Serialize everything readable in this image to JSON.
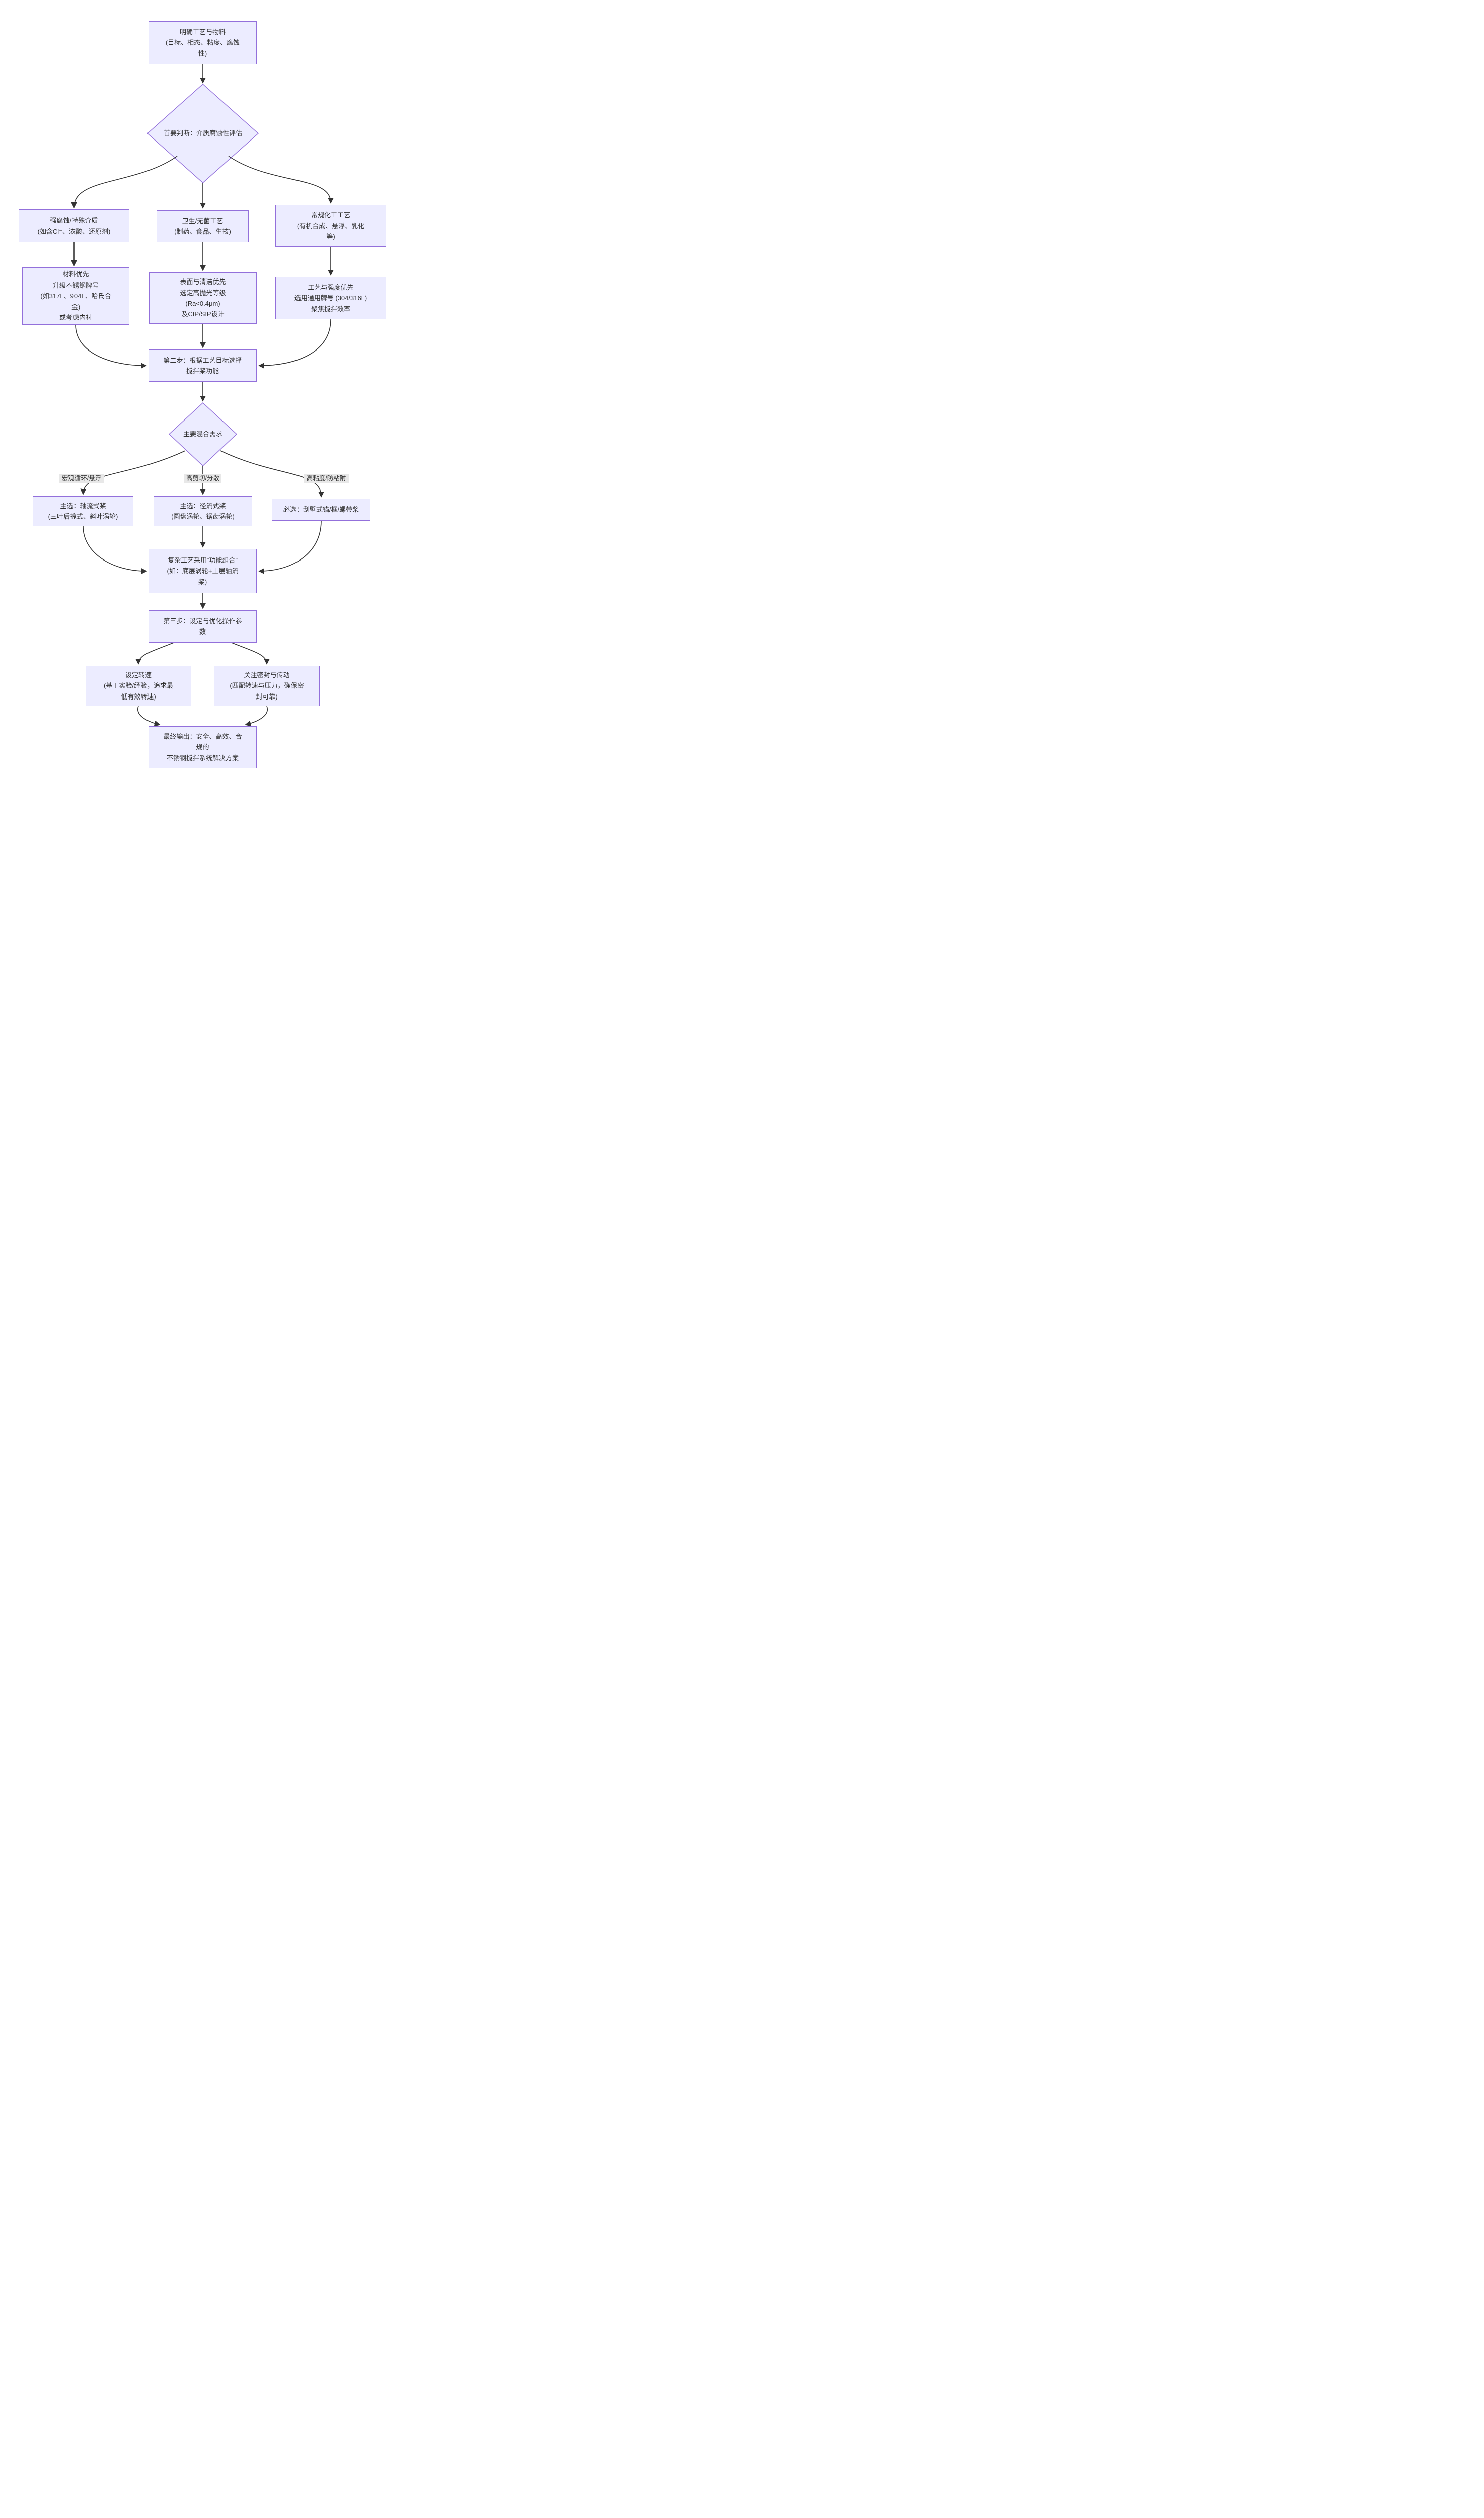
{
  "colors": {
    "node_fill": "#ECECFF",
    "node_border": "#9370DB",
    "edge_line": "#333333",
    "edge_label_bg": "#e8e8e8",
    "text": "#333333",
    "background": "#ffffff"
  },
  "nodes": {
    "start": {
      "label": "明确工艺与物料\n(目标、相态、粘度、腐蚀\n性)"
    },
    "decision1": {
      "label": "首要判断：介质腐蚀性评估"
    },
    "strong": {
      "label": "强腐蚀/特殊介质\n(如含Cl⁻、浓酸、还原剂)"
    },
    "hygiene": {
      "label": "卫生/无菌工艺\n(制药、食品、生技)"
    },
    "general": {
      "label": "常规化工工艺\n(有机合成、悬浮、乳化\n等)"
    },
    "material": {
      "label": "材料优先\n升级不锈钢牌号\n(如317L、904L、哈氏合\n金)\n或考虑内衬"
    },
    "surface": {
      "label": "表面与清洁优先\n选定高抛光等级\n(Ra<0.4μm)\n及CIP/SIP设计"
    },
    "strength": {
      "label": "工艺与强度优先\n选用通用牌号 (304/316L)\n聚焦搅拌效率"
    },
    "step2": {
      "label": "第二步：根据工艺目标选择\n搅拌桨功能"
    },
    "decision2": {
      "label": "主要混合需求"
    },
    "axial": {
      "label": "主选：轴流式桨\n(三叶后掠式、斜叶涡轮)"
    },
    "radial": {
      "label": "主选：径流式桨\n(圆盘涡轮、锯齿涡轮)"
    },
    "wall": {
      "label": "必选：刮壁式锚/框/螺带桨"
    },
    "combo": {
      "label": "复杂工艺采用“功能组合”\n(如：底层涡轮+上层轴流\n桨)"
    },
    "step3": {
      "label": "第三步：设定与优化操作参\n数"
    },
    "speed": {
      "label": "设定转速\n(基于实验/经验，追求最\n低有效转速)"
    },
    "seal": {
      "label": "关注密封与传动\n(匹配转速与压力，确保密\n封可靠)"
    },
    "final": {
      "label": "最终输出：安全、高效、合\n规的\n不锈钢搅拌系统解决方案"
    }
  },
  "edge_labels": {
    "macro": "宏观循环/悬浮",
    "shear": "高剪切/分散",
    "viscous": "高粘度/防粘附"
  }
}
